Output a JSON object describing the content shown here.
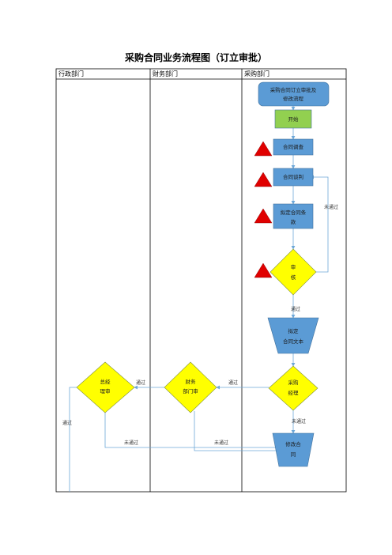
{
  "title": "采购合同业务流程图（订立审批）",
  "lanes": [
    "行政部门",
    "财务部门",
    "采购部门"
  ],
  "nodes": {
    "header_box": [
      "采购合同订立审批及",
      "修改流程"
    ],
    "start": "开始",
    "investigation": "合同调查",
    "negotiation": "合同谈判",
    "draft_terms": [
      "拟定合同条",
      "款"
    ],
    "review": [
      "审",
      "核"
    ],
    "draft_text": [
      "拟定",
      "合同文本"
    ],
    "purchase_manager": [
      "采购",
      "经理"
    ],
    "finance_head": [
      "财务",
      "部门审"
    ],
    "general_manager": [
      "总经",
      "理审"
    ],
    "modify_contract": [
      "修改合",
      "同"
    ]
  },
  "edge_labels": {
    "review_fail": "未通过",
    "review_pass": "通过",
    "pm_pass": "通过",
    "finance_pass": "通过",
    "gm_pass": "通过",
    "pm_fail": "未通过",
    "finance_fail": "未通过",
    "gm_fail": "未通过"
  },
  "colors": {
    "box_blue": "#5b9bd5",
    "start_green": "#92d050",
    "diamond_yellow": "#ffff00",
    "risk_red": "#e00000",
    "line_blue": "#6ea8d8"
  }
}
